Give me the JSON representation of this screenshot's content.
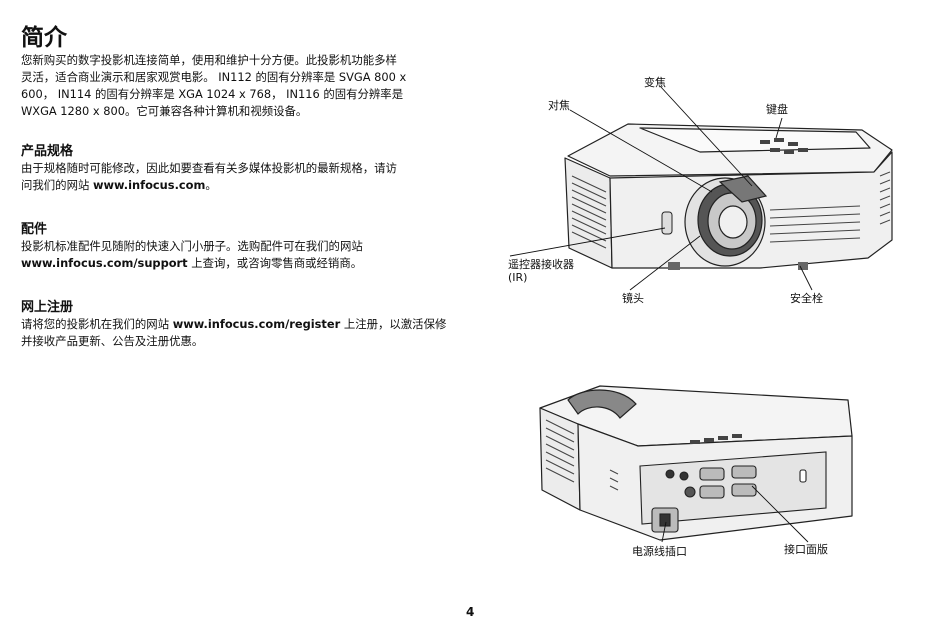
{
  "title": "简介",
  "intro": {
    "lines": [
      "您新购买的数字投影机连接简单，使用和维护十分方便。此投影机功能多样",
      "灵活，适合商业演示和居家观赏电影。 IN112 的固有分辨率是 SVGA 800 x",
      "600， IN114 的固有分辨率是 XGA 1024 x 768， IN116 的固有分辨率是",
      "WXGA 1280 x 800。它可兼容各种计算机和视频设备。"
    ]
  },
  "specs": {
    "heading": "产品规格",
    "line1": "由于规格随时可能修改，因此如要查看有关多媒体投影机的最新规格，请访",
    "line2_prefix": "问我们的网站 ",
    "line2_link": "www.infocus.com",
    "line2_suffix": "。"
  },
  "accessories": {
    "heading": "配件",
    "line1": "投影机标准配件见随附的快速入门小册子。选购配件可在我们的网站",
    "line2_link": "www.infocus.com/support",
    "line2_suffix": " 上查询，或咨询零售商或经销商。"
  },
  "registration": {
    "heading": "网上注册",
    "line1_prefix": "请将您的投影机在我们的网站 ",
    "line1_link": "www.infocus.com/register",
    "line1_suffix": " 上注册，以激活保修",
    "line2": "并接收产品更新、公告及注册优惠。"
  },
  "front_labels": {
    "zoom": "变焦",
    "focus": "对焦",
    "keypad": "键盘",
    "ir_receiver_line1": "遥控器接收器",
    "ir_receiver_line2": "(IR)",
    "lens": "镜头",
    "security_lock": "安全栓"
  },
  "rear_labels": {
    "power_cord": "电源线插口",
    "connector_panel": "接口面版"
  },
  "page_number": "4"
}
